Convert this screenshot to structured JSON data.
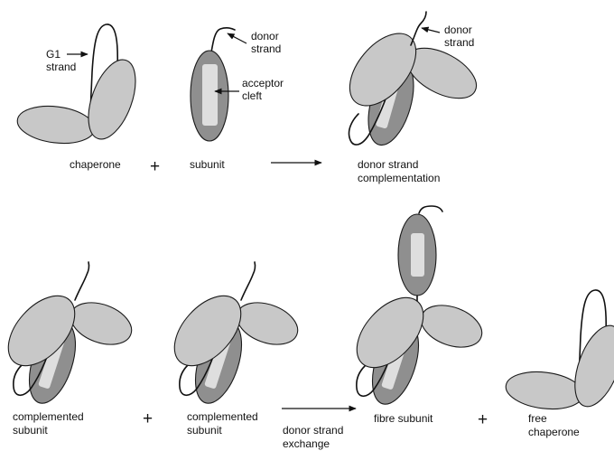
{
  "labels": {
    "g1_line1": "G1",
    "g1_line2": "strand",
    "donor1_line1": "donor",
    "donor1_line2": "strand",
    "acceptor_line1": "acceptor",
    "acceptor_line2": "cleft",
    "donor2_line1": "donor",
    "donor2_line2": "strand",
    "chaperone": "chaperone",
    "subunit": "subunit",
    "dsc_line1": "donor strand",
    "dsc_line2": "complementation",
    "comp1_line1": "complemented",
    "comp1_line2": "subunit",
    "comp2_line1": "complemented",
    "comp2_line2": "subunit",
    "dse_line1": "donor strand",
    "dse_line2": "exchange",
    "fibre": "fibre subunit",
    "free_line1": "free",
    "free_line2": "chaperone",
    "plus": "+"
  },
  "colors": {
    "chaperone_lobe": "#c8c8c8",
    "subunit_body": "#8f8f8f",
    "acceptor_cleft": "#dedede",
    "outline": "#1a1a1a"
  }
}
